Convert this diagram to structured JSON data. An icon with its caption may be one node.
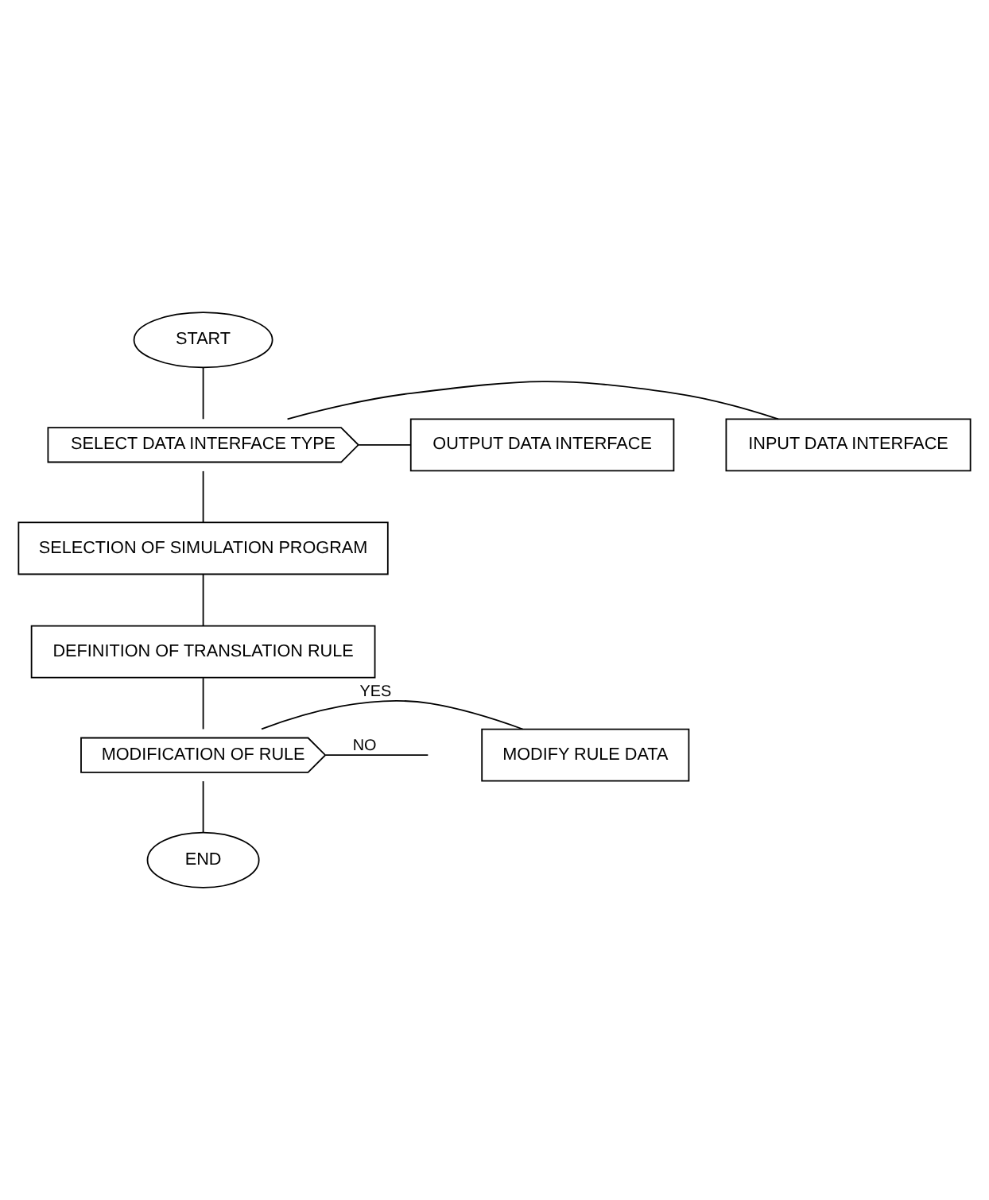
{
  "diagram": {
    "nodes": [
      {
        "text": [
          "START"
        ]
      },
      {
        "text": [
          "SELECT DATA INTERFACE TYPE"
        ]
      },
      {
        "text": [
          "INPUT DATA INTERFACE"
        ]
      },
      {
        "text": [
          "OUTPUT DATA INTERFACE"
        ]
      },
      {
        "text": [
          "SELECTION OF SIMULATION PROGRAM"
        ]
      },
      {
        "text": [
          "DEFINITION OF TRANSLATION RULE"
        ]
      },
      {
        "text": [
          "MODIFICATION OF RULE"
        ]
      },
      {
        "text": [
          "MODIFY RULE DATA"
        ]
      },
      {
        "text": [
          "END"
        ]
      }
    ],
    "edges": [
      {
        "from": 0,
        "to": 1,
        "arrow": "none"
      },
      {
        "from": 1,
        "to": 2,
        "arrow": "none"
      },
      {
        "from": 1,
        "to": 3,
        "arrow": "none"
      },
      {
        "from": 1,
        "to": 4,
        "arrow": "none"
      },
      {
        "from": 4,
        "to": 5,
        "arrow": "none"
      },
      {
        "from": 5,
        "to": 6,
        "arrow": "none"
      },
      {
        "from": 6,
        "to": 7,
        "arrow": "none",
        "label": "YES"
      },
      {
        "from": 6,
        "to": null,
        "arrow": "none",
        "label": "NO"
      },
      {
        "from": 6,
        "to": 8,
        "arrow": "none"
      }
    ]
  }
}
